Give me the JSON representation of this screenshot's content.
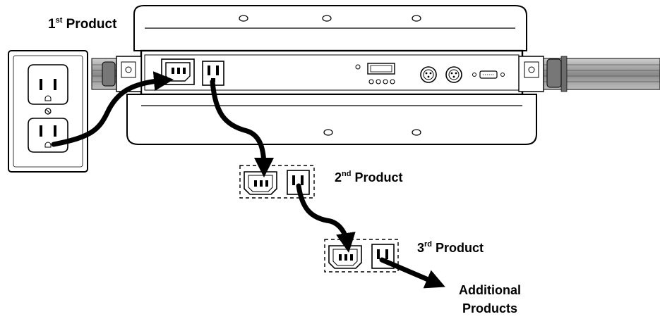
{
  "labels": {
    "first": {
      "num": "1",
      "sup": "st",
      "word": " Product"
    },
    "second": {
      "num": "2",
      "sup": "nd",
      "word": " Product"
    },
    "third": {
      "num": "3",
      "sup": "rd",
      "word": " Product"
    },
    "additional": {
      "line1": "Additional",
      "line2": "Products"
    }
  },
  "colors": {
    "line": "#000000",
    "fixture_fill": "#ffffff",
    "rail_fill": "#9a9a9a"
  }
}
